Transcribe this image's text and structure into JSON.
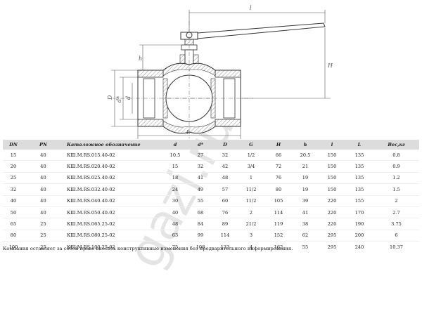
{
  "drawing": {
    "dim_labels": {
      "l_top": "l",
      "h": "h",
      "H": "H",
      "D": "D",
      "d_star": "d*",
      "d": "d",
      "L_bottom": "L"
    }
  },
  "watermark": "gazi.ru",
  "table": {
    "columns": [
      "DN",
      "PN",
      "Каталожное обозначение",
      "d",
      "d*",
      "D",
      "G",
      "H",
      "h",
      "l",
      "L",
      "Вес,кг"
    ],
    "rows": [
      [
        "15",
        "40",
        "КШ.М.RS.015.40-02",
        "10.5",
        "27",
        "32",
        "1/2",
        "66",
        "20.5",
        "150",
        "135",
        "0.8"
      ],
      [
        "20",
        "40",
        "КШ.М.RS.020.40-02",
        "15",
        "32",
        "42",
        "3/4",
        "72",
        "21",
        "150",
        "135",
        "0.9"
      ],
      [
        "25",
        "40",
        "КШ.М.RS.025.40-02",
        "18",
        "41",
        "48",
        "1",
        "76",
        "19",
        "150",
        "135",
        "1.2"
      ],
      [
        "32",
        "40",
        "КШ.М.RS.032.40-02",
        "24",
        "49",
        "57",
        "11/2",
        "80",
        "19",
        "150",
        "135",
        "1.5"
      ],
      [
        "40",
        "40",
        "КШ.М.RS.040.40-02",
        "30",
        "55",
        "60",
        "11/2",
        "105",
        "39",
        "220",
        "155",
        "2"
      ],
      [
        "50",
        "40",
        "КШ.М.RS.050.40-02",
        "40",
        "68",
        "76",
        "2",
        "114",
        "41",
        "220",
        "170",
        "2.7"
      ],
      [
        "65",
        "25",
        "КШ.М.RS.065.25-02",
        "48",
        "84",
        "89",
        "21/2",
        "119",
        "38",
        "220",
        "190",
        "3.75"
      ],
      [
        "80",
        "25",
        "КШ.М.RS.080.25-02",
        "63",
        "99",
        "114",
        "3",
        "152",
        "62",
        "295",
        "200",
        "6"
      ],
      [
        "100",
        "25",
        "КШ.М.RS.100.25-02",
        "75",
        "108",
        "133",
        "4",
        "162",
        "55",
        "295",
        "240",
        "10.37"
      ]
    ]
  },
  "footnote": "Компания оставляет за собой право вносить конструктивные изменения без предварительного информирования."
}
